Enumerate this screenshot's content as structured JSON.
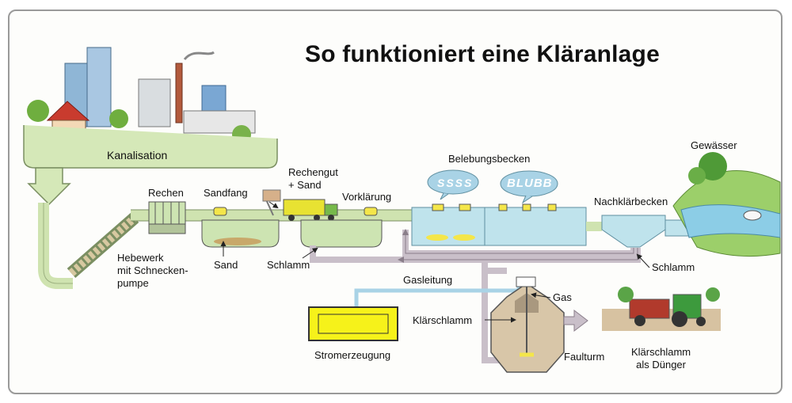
{
  "title": "So funktioniert eine Kläranlage",
  "labels": {
    "kanalisation": "Kanalisation",
    "rechen": "Rechen",
    "sandfang": "Sandfang",
    "rechengut": "Rechengut\n+ Sand",
    "vorklaerung": "Vorklärung",
    "belebungsbecken": "Belebungsbecken",
    "nachklaerbecken": "Nachklärbecken",
    "gewaesser": "Gewässer",
    "hebewerk": "Hebewerk\nmit Schnecken-\npumpe",
    "sand": "Sand",
    "schlamm_vorklaerung": "Schlamm",
    "schlamm_nachklaerung": "Schlamm",
    "gasleitung": "Gasleitung",
    "gas": "Gas",
    "klaerschlamm": "Klärschlamm",
    "stromerzeugung": "Stromerzeugung",
    "faulturm": "Faulturm",
    "klaerschlamm_duenger": "Klärschlamm\nals Dünger"
  },
  "bubbles": {
    "ssss": "SSSS",
    "blubb": "BLUBB"
  },
  "colors": {
    "pipe_green": "#cfe3b0",
    "pipe_outline": "#7b8f62",
    "water_blue": "#bfe3ec",
    "water_outline": "#5f8fa0",
    "sludge_pipe": "#c9bfc9",
    "gas_pipe": "#a9d3e6",
    "generator_yellow": "#f6f21a"
  }
}
